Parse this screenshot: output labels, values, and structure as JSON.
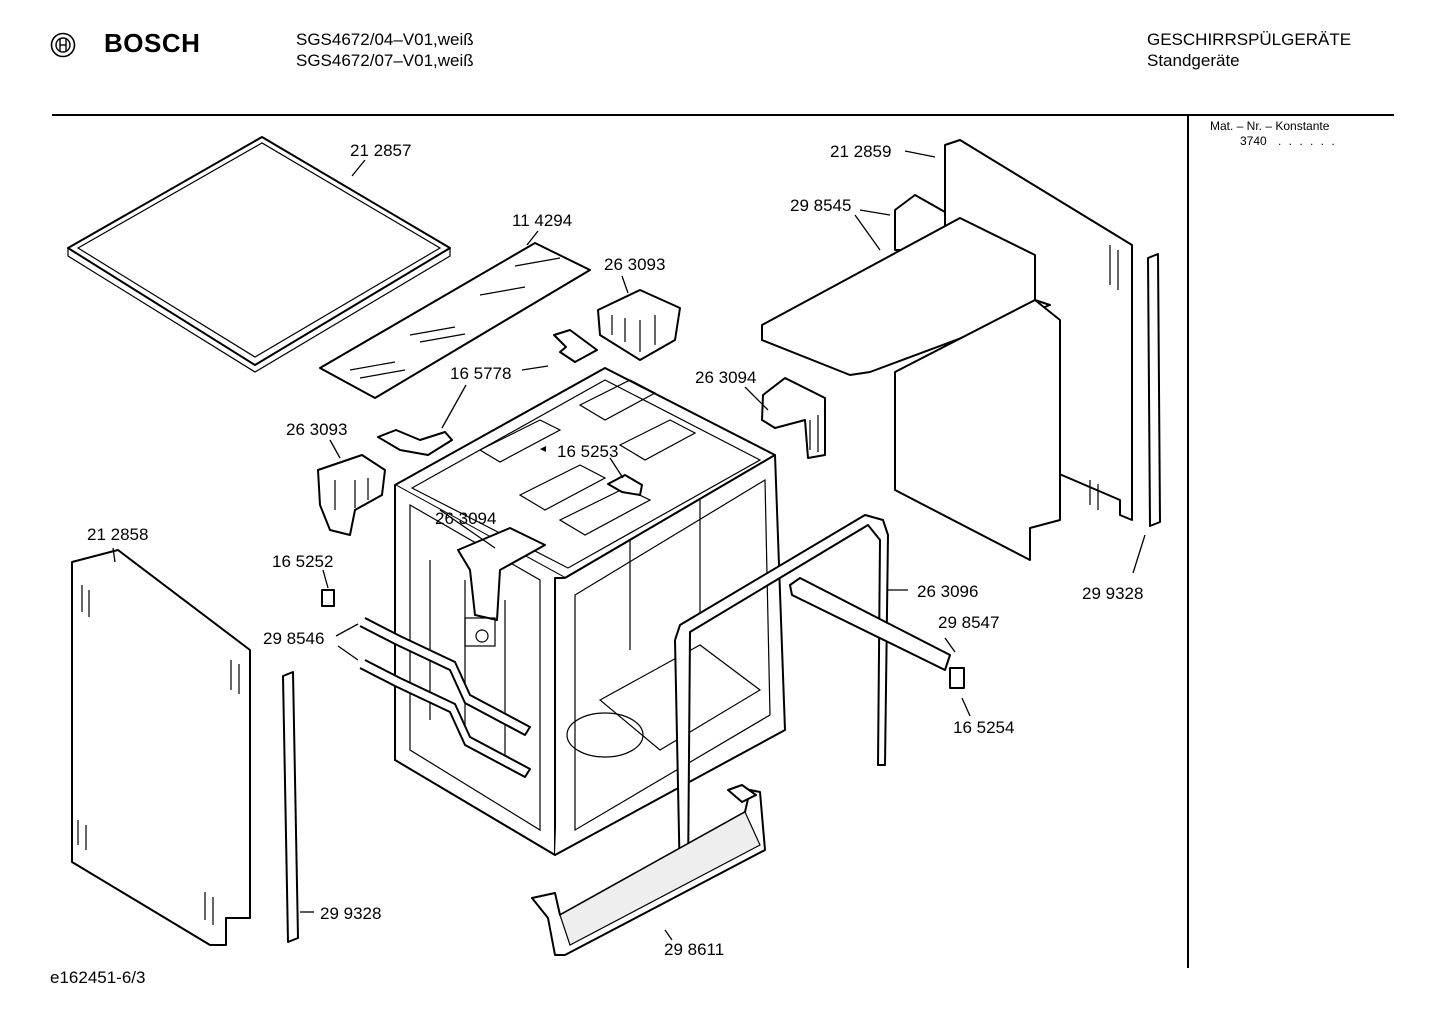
{
  "header": {
    "brand": "BOSCH",
    "models": [
      "SGS4672/04–V01,weiß",
      "SGS4672/07–V01,weiß"
    ],
    "category": "GESCHIRRSPÜLGERÄTE",
    "subcategory": "Standgeräte"
  },
  "side_panel": {
    "title": "Mat. – Nr. – Konstante",
    "value": "3740",
    "dots": ". . . . . ."
  },
  "document_id": "e162451-6/3",
  "part_labels": {
    "worktop": "21 2857",
    "insulation_top": "11 4294",
    "bracket_top_right": "26 3093",
    "plate_top": "16 5778",
    "bracket_left": "26 3093",
    "clip_top": "16 5253",
    "bracket_right": "26 3094",
    "bracket_inner": "26 3094",
    "side_panel_left": "21 2858",
    "clip_left": "16 5252",
    "rails_left": "29 8546",
    "door_seal": "26 3096",
    "rail_right": "29 8547",
    "end_cap": "16 5254",
    "side_panel_right": "21 2859",
    "insulation_right": "29 8545",
    "strip_right": "29 9328",
    "strip_left": "29 9328",
    "plinth": "29 8611"
  }
}
